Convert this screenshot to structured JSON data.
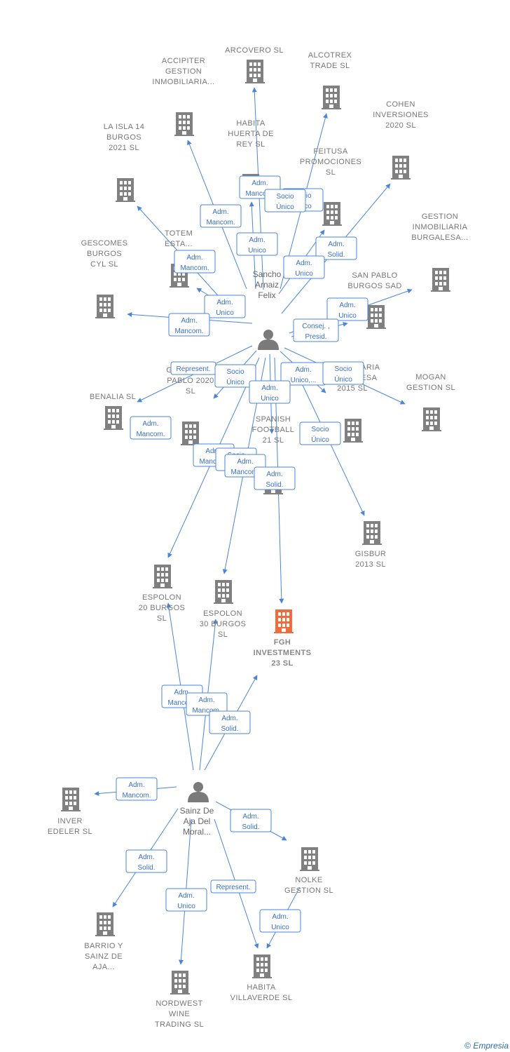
{
  "colors": {
    "edge": "#4a86d8",
    "company": "#808080",
    "highlight": "#f26b3a",
    "person": "#7a7a7a"
  },
  "people": [
    {
      "id": "sancho",
      "lines": [
        "Sancho",
        "Arnaiz",
        "Felix"
      ]
    },
    {
      "id": "sainz",
      "lines": [
        "Sainz De",
        "Aja Del",
        "Moral..."
      ]
    }
  ],
  "companies": [
    {
      "id": "arcovero",
      "lines": [
        "ARCOVERO  SL"
      ],
      "icon": "building-icon"
    },
    {
      "id": "alcotrex",
      "lines": [
        "ALCOTREX",
        "TRADE  SL"
      ],
      "icon": "building-icon"
    },
    {
      "id": "accipiter",
      "lines": [
        "ACCIPITER",
        "GESTION",
        "INMOBILIARIA..."
      ],
      "icon": "building-icon"
    },
    {
      "id": "cohen",
      "lines": [
        "COHEN",
        "INVERSIONES",
        "2020  SL"
      ],
      "icon": "building-icon"
    },
    {
      "id": "laisla",
      "lines": [
        "LA ISLA 14",
        "BURGOS",
        "2021  SL"
      ],
      "icon": "building-icon"
    },
    {
      "id": "habita_huerta",
      "lines": [
        "HABITA",
        "HUERTA DE",
        "REY SL"
      ],
      "icon": "building-icon"
    },
    {
      "id": "feitusa",
      "lines": [
        "FEITUSA",
        "PROMOCIONES",
        "SL"
      ],
      "icon": "building-icon"
    },
    {
      "id": "gestion_inmo",
      "lines": [
        "GESTION",
        "INMOBILIARIA",
        "BURGALESA..."
      ],
      "icon": "building-icon"
    },
    {
      "id": "totem",
      "lines": [
        "TOTEM",
        "ESTA..."
      ],
      "icon": "building-icon"
    },
    {
      "id": "gescomes",
      "lines": [
        "GESCOMES",
        "BURGOS",
        "CYL SL"
      ],
      "icon": "building-icon"
    },
    {
      "id": "sanpablo",
      "lines": [
        "SAN PABLO",
        "BURGOS SAD"
      ],
      "icon": "building-icon"
    },
    {
      "id": "benalia",
      "lines": [
        "BENALIA  SL"
      ],
      "icon": "building-icon"
    },
    {
      "id": "gruposanpablo",
      "lines": [
        "GRUPO SAN",
        "PABLO 2020",
        "SL"
      ],
      "icon": "building-icon"
    },
    {
      "id": "inmo2015",
      "lines": [
        "INMOBILIARIA",
        "BURGALESA",
        "2015  SL"
      ],
      "icon": "building-icon"
    },
    {
      "id": "mogan",
      "lines": [
        "MOGAN",
        "GESTION  SL"
      ],
      "icon": "building-icon"
    },
    {
      "id": "spanish",
      "lines": [
        "SPANISH",
        "FOOTBALL",
        "21  SL"
      ],
      "icon": "building-icon"
    },
    {
      "id": "gisbur",
      "lines": [
        "GISBUR",
        "2013  SL"
      ],
      "icon": "building-icon"
    },
    {
      "id": "espolon20",
      "lines": [
        "ESPOLON",
        "20 BURGOS",
        "SL"
      ],
      "icon": "building-icon"
    },
    {
      "id": "espolon30",
      "lines": [
        "ESPOLON",
        "30 BURGOS",
        "SL"
      ],
      "icon": "building-icon"
    },
    {
      "id": "fgh",
      "lines": [
        "FGH",
        "INVESTMENTS",
        "23  SL"
      ],
      "icon": "building-icon",
      "main": true
    },
    {
      "id": "inver",
      "lines": [
        "INVER",
        "EDELER  SL"
      ],
      "icon": "building-icon"
    },
    {
      "id": "nolke",
      "lines": [
        "NOLKE",
        "GESTION  SL"
      ],
      "icon": "building-icon"
    },
    {
      "id": "barrio",
      "lines": [
        "BARRIO Y",
        "SAINZ DE",
        "AJA..."
      ],
      "icon": "building-icon"
    },
    {
      "id": "habita_villa",
      "lines": [
        "HABITA",
        "VILLAVERDE SL"
      ],
      "icon": "building-icon"
    },
    {
      "id": "nordwest",
      "lines": [
        "NORDWEST",
        "WINE",
        "TRADING SL"
      ],
      "icon": "building-icon"
    }
  ],
  "relations": [
    {
      "lines": [
        "Adm.",
        "Mancom."
      ]
    },
    {
      "lines": [
        "Socio",
        "Único"
      ]
    },
    {
      "lines": [
        "Socio",
        "Único"
      ]
    },
    {
      "lines": [
        "Adm.",
        "Mancom."
      ]
    },
    {
      "lines": [
        "Adm.",
        "Unico"
      ]
    },
    {
      "lines": [
        "Adm.",
        "Mancom."
      ]
    },
    {
      "lines": [
        "Adm.",
        "Solid."
      ]
    },
    {
      "lines": [
        "Adm.",
        "Unico"
      ]
    },
    {
      "lines": [
        "Adm.",
        "Unico"
      ]
    },
    {
      "lines": [
        "Adm.",
        "Mancom."
      ]
    },
    {
      "lines": [
        "Adm.",
        "Unico"
      ]
    },
    {
      "lines": [
        "Consej. ,",
        "Presid."
      ]
    },
    {
      "lines": [
        "Represent."
      ]
    },
    {
      "lines": [
        "Socio",
        "Único"
      ]
    },
    {
      "lines": [
        "Adm.",
        "Unico,..."
      ]
    },
    {
      "lines": [
        "Socio",
        "Único"
      ]
    },
    {
      "lines": [
        "Adm.",
        "Unico"
      ]
    },
    {
      "lines": [
        "Adm.",
        "Mancom."
      ]
    },
    {
      "lines": [
        "Socio",
        "Único"
      ]
    },
    {
      "lines": [
        "Adm.",
        "Mancom."
      ]
    },
    {
      "lines": [
        "Socio",
        "Único"
      ]
    },
    {
      "lines": [
        "Adm.",
        "Mancom."
      ]
    },
    {
      "lines": [
        "Adm.",
        "Solid."
      ]
    },
    {
      "lines": [
        "Adm.",
        "Mancom."
      ]
    },
    {
      "lines": [
        "Adm.",
        "Mancom."
      ]
    },
    {
      "lines": [
        "Adm.",
        "Solid."
      ]
    },
    {
      "lines": [
        "Adm.",
        "Mancom."
      ]
    },
    {
      "lines": [
        "Adm.",
        "Solid."
      ]
    },
    {
      "lines": [
        "Adm.",
        "Solid."
      ]
    },
    {
      "lines": [
        "Adm.",
        "Unico"
      ]
    },
    {
      "lines": [
        "Represent."
      ]
    },
    {
      "lines": [
        "Adm.",
        "Unico"
      ]
    }
  ],
  "footer": {
    "copyright": "©",
    "brand": "Empresia"
  }
}
